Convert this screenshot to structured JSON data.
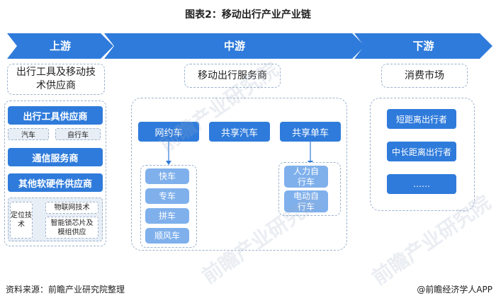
{
  "title": "图表2：移动出行产业产业链",
  "stages": {
    "upstream": "上游",
    "midstream": "中游",
    "downstream": "下游"
  },
  "upstream": {
    "headline": "出行工具及移动技术供应商",
    "tool_supplier": "出行工具供应商",
    "chip_car": "汽车",
    "chip_bike": "自行车",
    "telecom": "通信服务商",
    "other_hw_sw": "其他软硬件供应商",
    "positioning": "定位技术",
    "iot": "物联网技术",
    "smart_lock": "智能锁芯片及模组供应"
  },
  "midstream": {
    "headline": "移动出行服务商",
    "ride_hailing": "网约车",
    "car_sharing": "共享汽车",
    "bike_sharing": "共享单车",
    "express": "快车",
    "premium": "专车",
    "carpool": "拼车",
    "hitch": "顺风车",
    "pedal_bike": "人力自行车",
    "e_bike": "电动自行车"
  },
  "downstream": {
    "headline": "消费市场",
    "short_trip": "短距离出行者",
    "mid_long_trip": "中长距离出行者",
    "more": "……"
  },
  "watermark": "前瞻产业研究院",
  "footer": {
    "source": "资料来源：前瞻产业研究院整理",
    "brand": "@前瞻经济学人APP"
  },
  "colors": {
    "banner": "#2f7bdb",
    "button": "#2f7bdb",
    "light_button": "#7fb0ec",
    "dash_border": "#9bb2cc"
  }
}
